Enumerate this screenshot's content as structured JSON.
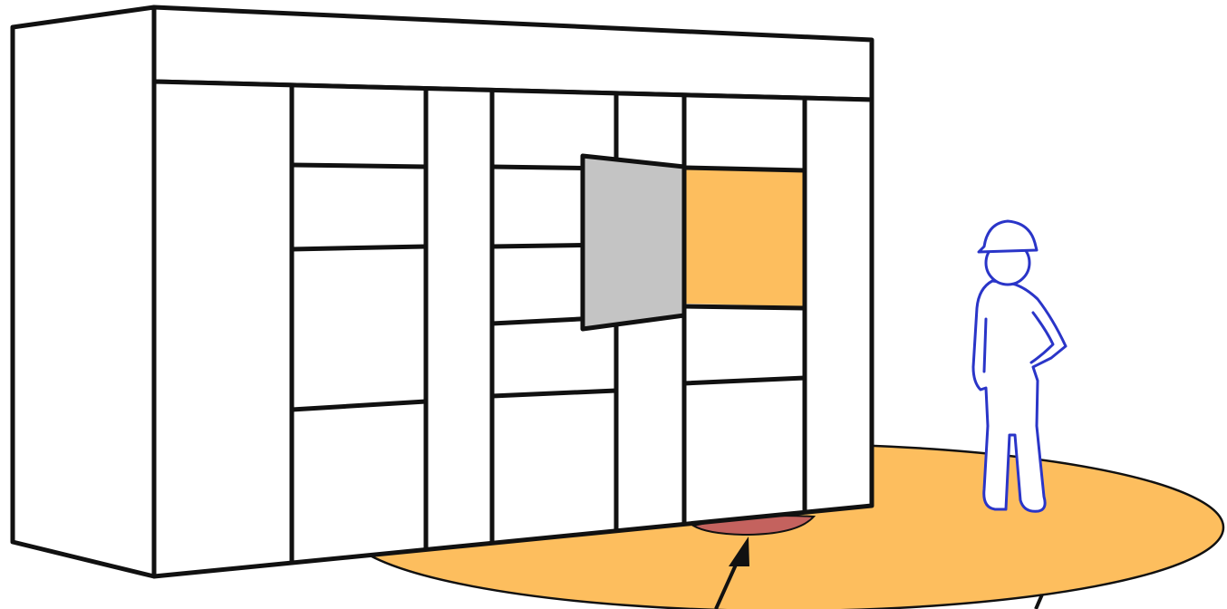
{
  "colors": {
    "background": "#ffffff",
    "outline": "#111111",
    "locker_face": "#ffffff",
    "open_door": "#c4c4c4",
    "open_compartment": "#fdbe5e",
    "floor_zone": "#fdbe5e",
    "door_zone": "#c4625e",
    "person_outline": "#2a35c8"
  },
  "scene": {
    "objects": [
      "parcel-locker",
      "open-locker-door",
      "open-compartment",
      "floor-zone",
      "door-zone",
      "person",
      "pointer-arrow"
    ]
  }
}
